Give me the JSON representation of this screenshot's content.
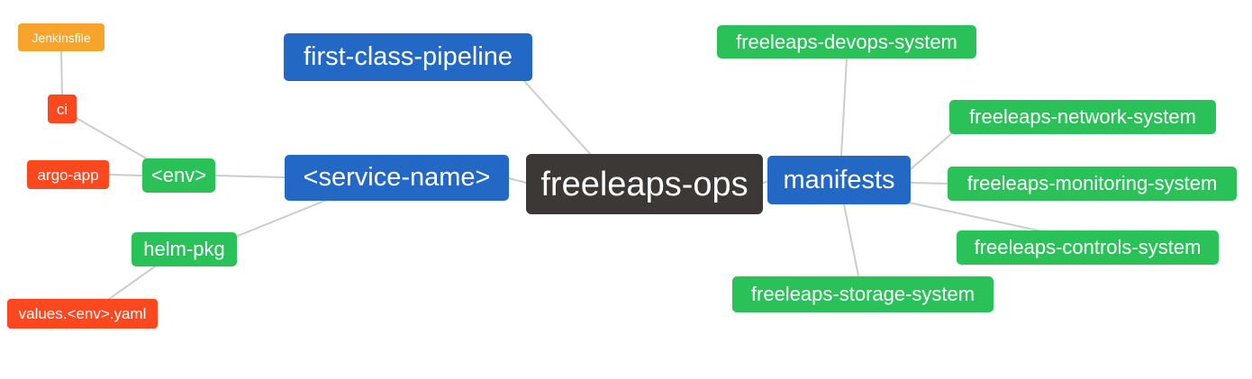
{
  "palette": {
    "root_bg": "#3b3835",
    "branch_blue": "#2368c4",
    "leaf_green": "#2bc159",
    "leaf_red": "#fb481e",
    "leaf_orange": "#f7a42c",
    "edge_gray": "#cccccc",
    "node_text": "#ffffff",
    "canvas_bg": "#ffffff"
  },
  "diagram": {
    "type": "mindmap",
    "root_label": "freeleaps-ops",
    "nodes": [
      {
        "id": "freeleaps-ops",
        "label": "freeleaps-ops",
        "depth": 0,
        "color": "root_bg"
      },
      {
        "id": "first-class-pipeline",
        "label": "first-class-pipeline",
        "depth": 1,
        "color": "branch_blue"
      },
      {
        "id": "service-name",
        "label": "<service-name>",
        "depth": 1,
        "color": "branch_blue"
      },
      {
        "id": "manifests",
        "label": "manifests",
        "depth": 1,
        "color": "branch_blue"
      },
      {
        "id": "env",
        "label": "<env>",
        "depth": 2,
        "color": "leaf_green"
      },
      {
        "id": "helm-pkg",
        "label": "helm-pkg",
        "depth": 2,
        "color": "leaf_green"
      },
      {
        "id": "freeleaps-devops-system",
        "label": "freeleaps-devops-system",
        "depth": 2,
        "color": "leaf_green"
      },
      {
        "id": "freeleaps-network-system",
        "label": "freeleaps-network-system",
        "depth": 2,
        "color": "leaf_green"
      },
      {
        "id": "freeleaps-monitoring-system",
        "label": "freeleaps-monitoring-system",
        "depth": 2,
        "color": "leaf_green"
      },
      {
        "id": "freeleaps-controls-system",
        "label": "freeleaps-controls-system",
        "depth": 2,
        "color": "leaf_green"
      },
      {
        "id": "freeleaps-storage-system",
        "label": "freeleaps-storage-system",
        "depth": 2,
        "color": "leaf_green"
      },
      {
        "id": "ci",
        "label": "ci",
        "depth": 3,
        "color": "leaf_red"
      },
      {
        "id": "argo-app",
        "label": "argo-app",
        "depth": 3,
        "color": "leaf_red"
      },
      {
        "id": "values-env-yaml",
        "label": "values.<env>.yaml",
        "depth": 3,
        "color": "leaf_red"
      },
      {
        "id": "jenkinsfile",
        "label": "Jenkinsfile",
        "depth": 4,
        "color": "leaf_orange"
      }
    ],
    "edges": [
      {
        "from": "freeleaps-ops",
        "to": "first-class-pipeline"
      },
      {
        "from": "freeleaps-ops",
        "to": "service-name"
      },
      {
        "from": "freeleaps-ops",
        "to": "manifests"
      },
      {
        "from": "service-name",
        "to": "env"
      },
      {
        "from": "service-name",
        "to": "helm-pkg"
      },
      {
        "from": "env",
        "to": "ci"
      },
      {
        "from": "env",
        "to": "argo-app"
      },
      {
        "from": "ci",
        "to": "jenkinsfile"
      },
      {
        "from": "helm-pkg",
        "to": "values-env-yaml"
      },
      {
        "from": "manifests",
        "to": "freeleaps-devops-system"
      },
      {
        "from": "manifests",
        "to": "freeleaps-network-system"
      },
      {
        "from": "manifests",
        "to": "freeleaps-monitoring-system"
      },
      {
        "from": "manifests",
        "to": "freeleaps-controls-system"
      },
      {
        "from": "manifests",
        "to": "freeleaps-storage-system"
      }
    ]
  }
}
